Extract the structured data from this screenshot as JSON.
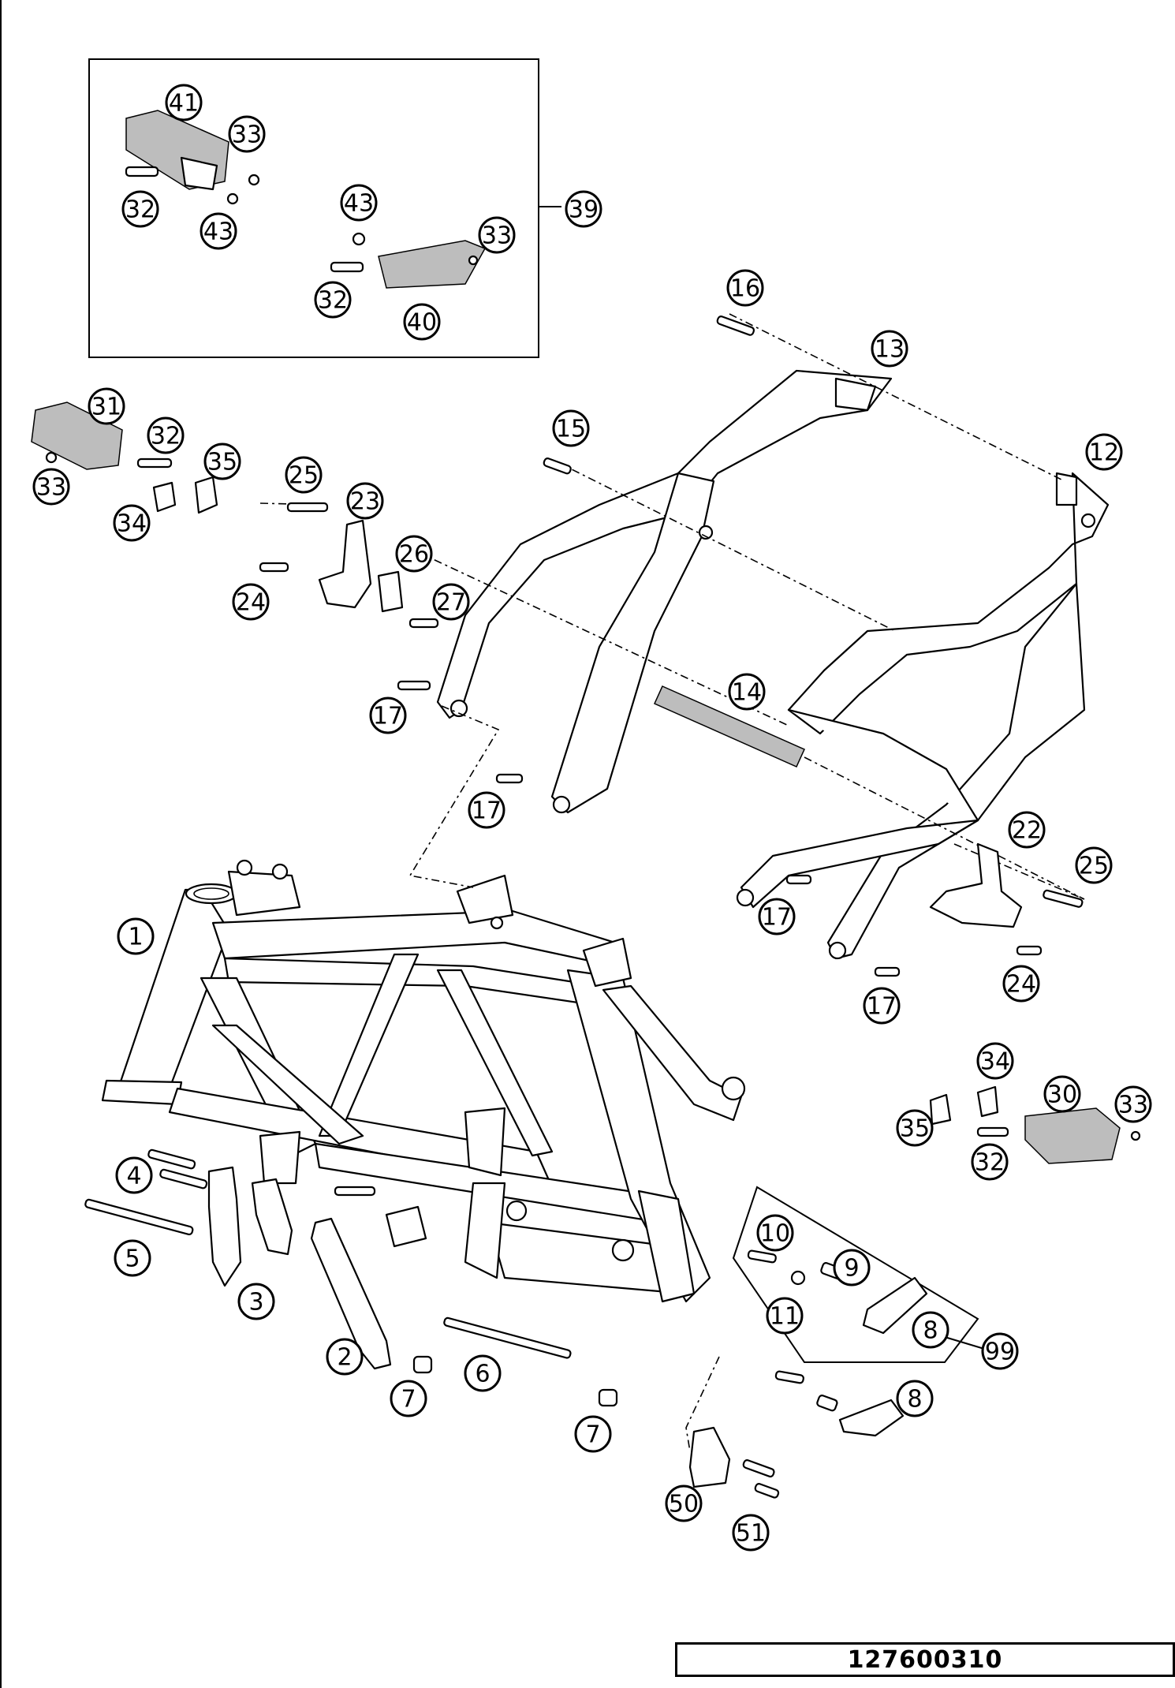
{
  "diagram": {
    "document_number": "127600310",
    "callouts": [
      {
        "id": "c41",
        "label": "41"
      },
      {
        "id": "c33a",
        "label": "33"
      },
      {
        "id": "c32a",
        "label": "32"
      },
      {
        "id": "c43a",
        "label": "43"
      },
      {
        "id": "c43b",
        "label": "43"
      },
      {
        "id": "c33b",
        "label": "33"
      },
      {
        "id": "c39",
        "label": "39"
      },
      {
        "id": "c32b",
        "label": "32"
      },
      {
        "id": "c40",
        "label": "40"
      },
      {
        "id": "c16",
        "label": "16"
      },
      {
        "id": "c13",
        "label": "13"
      },
      {
        "id": "c31",
        "label": "31"
      },
      {
        "id": "c32c",
        "label": "32"
      },
      {
        "id": "c35a",
        "label": "35"
      },
      {
        "id": "c33c",
        "label": "33"
      },
      {
        "id": "c34a",
        "label": "34"
      },
      {
        "id": "c15",
        "label": "15"
      },
      {
        "id": "c12",
        "label": "12"
      },
      {
        "id": "c25a",
        "label": "25"
      },
      {
        "id": "c23",
        "label": "23"
      },
      {
        "id": "c26",
        "label": "26"
      },
      {
        "id": "c24a",
        "label": "24"
      },
      {
        "id": "c27",
        "label": "27"
      },
      {
        "id": "c14",
        "label": "14"
      },
      {
        "id": "c17a",
        "label": "17"
      },
      {
        "id": "c17b",
        "label": "17"
      },
      {
        "id": "c22",
        "label": "22"
      },
      {
        "id": "c25b",
        "label": "25"
      },
      {
        "id": "c1",
        "label": "1"
      },
      {
        "id": "c17c",
        "label": "17"
      },
      {
        "id": "c24b",
        "label": "24"
      },
      {
        "id": "c17d",
        "label": "17"
      },
      {
        "id": "c34b",
        "label": "34"
      },
      {
        "id": "c30",
        "label": "30"
      },
      {
        "id": "c33d",
        "label": "33"
      },
      {
        "id": "c35b",
        "label": "35"
      },
      {
        "id": "c32d",
        "label": "32"
      },
      {
        "id": "c4",
        "label": "4"
      },
      {
        "id": "c10",
        "label": "10"
      },
      {
        "id": "c9",
        "label": "9"
      },
      {
        "id": "c5",
        "label": "5"
      },
      {
        "id": "c3",
        "label": "3"
      },
      {
        "id": "c11",
        "label": "11"
      },
      {
        "id": "c8a",
        "label": "8"
      },
      {
        "id": "c99",
        "label": "99"
      },
      {
        "id": "c2",
        "label": "2"
      },
      {
        "id": "c6",
        "label": "6"
      },
      {
        "id": "c7a",
        "label": "7"
      },
      {
        "id": "c7b",
        "label": "7"
      },
      {
        "id": "c8b",
        "label": "8"
      },
      {
        "id": "c50",
        "label": "50"
      },
      {
        "id": "c51",
        "label": "51"
      }
    ]
  }
}
